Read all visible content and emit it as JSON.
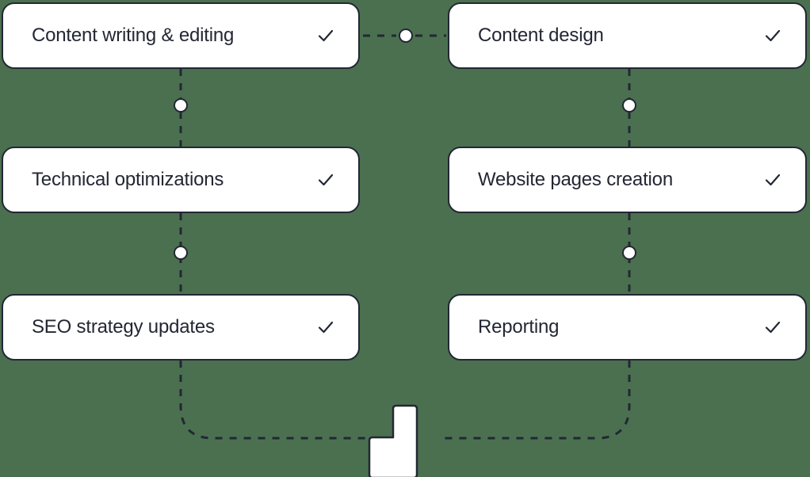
{
  "theme": {
    "background_color": "#4a7050",
    "card_background": "#ffffff",
    "stroke_color": "#232733",
    "text_color": "#232733"
  },
  "diagram": {
    "type": "flow-diagram",
    "title": "",
    "columns": [
      {
        "name": "left-column",
        "cards": [
          {
            "id": "content-writing",
            "label": "Content writing & editing",
            "status_icon": "check-icon",
            "checked": true
          },
          {
            "id": "technical-optimizations",
            "label": "Technical optimizations",
            "status_icon": "check-icon",
            "checked": true
          },
          {
            "id": "seo-strategy",
            "label": "SEO strategy updates",
            "status_icon": "check-icon",
            "checked": true
          }
        ]
      },
      {
        "name": "right-column",
        "cards": [
          {
            "id": "content-design",
            "label": "Content design",
            "status_icon": "check-icon",
            "checked": true
          },
          {
            "id": "website-pages",
            "label": "Website pages creation",
            "status_icon": "check-icon",
            "checked": true
          },
          {
            "id": "reporting",
            "label": "Reporting",
            "status_icon": "check-icon",
            "checked": true
          }
        ]
      }
    ],
    "connectors": [
      {
        "id": "top-horizontal",
        "from": "content-writing",
        "to": "content-design",
        "style": "dashed",
        "has_node_dot": true
      },
      {
        "id": "left-upper",
        "from": "content-writing",
        "to": "technical-optimizations",
        "style": "dashed",
        "has_node_dot": true
      },
      {
        "id": "left-lower",
        "from": "technical-optimizations",
        "to": "seo-strategy",
        "style": "dashed",
        "has_node_dot": true
      },
      {
        "id": "right-upper",
        "from": "content-design",
        "to": "website-pages",
        "style": "dashed",
        "has_node_dot": true
      },
      {
        "id": "right-lower",
        "from": "website-pages",
        "to": "reporting",
        "style": "dashed",
        "has_node_dot": true
      },
      {
        "id": "bottom-left-curve",
        "from": "seo-strategy",
        "to": "stair-shape",
        "style": "dashed",
        "has_node_dot": false
      },
      {
        "id": "bottom-right-curve",
        "from": "reporting",
        "to": "stair-shape",
        "style": "dashed",
        "has_node_dot": false
      }
    ],
    "stair_shape": {
      "id": "stair-shape",
      "description": "stair-step logo mark",
      "fill": "#ffffff",
      "stroke": "#232733"
    }
  }
}
